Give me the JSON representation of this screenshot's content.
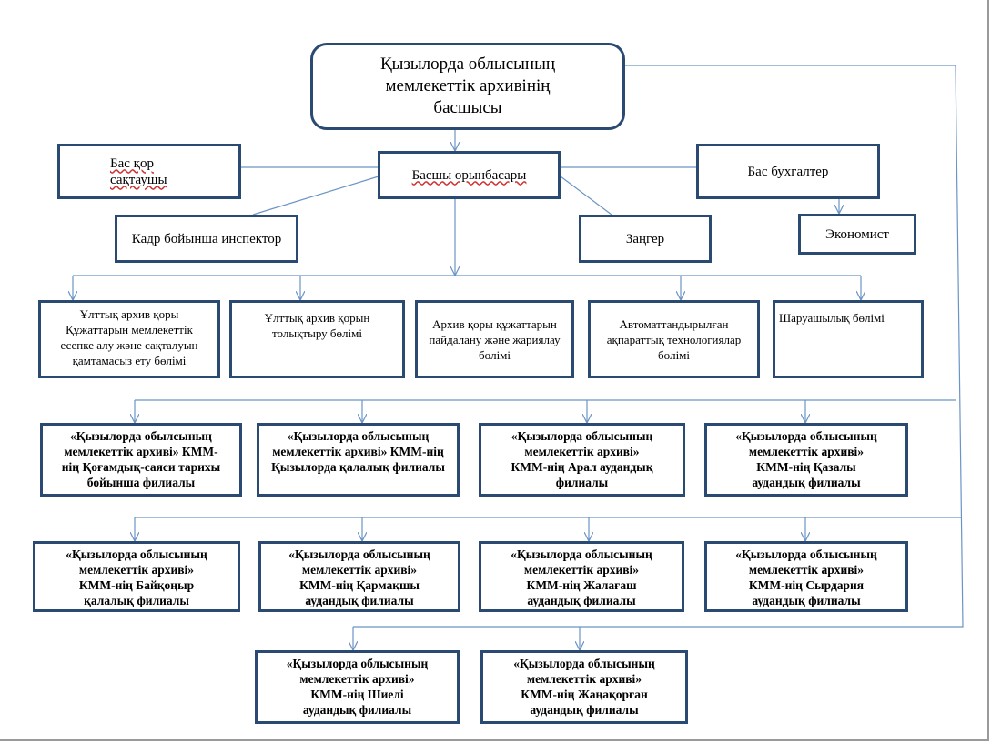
{
  "chart_title": "",
  "colors": {
    "box_border": "#2b4a72",
    "connector": "#6b94c5"
  },
  "head": {
    "lines": [
      "Қызылорда облысының",
      "мемлекеттік архивінің",
      "басшысы"
    ]
  },
  "deputy": {
    "lines": [
      "Басшы орынбасары"
    ]
  },
  "chief_keeper": {
    "lines": [
      "Бас қор",
      "сақтаушы"
    ]
  },
  "chief_accountant": {
    "lines": [
      "Бас бухгалтер"
    ]
  },
  "hr_inspector": {
    "lines": [
      "Кадр бойынша инспектор"
    ]
  },
  "lawyer": {
    "lines": [
      "Заңгер"
    ]
  },
  "economist": {
    "lines": [
      "Экономист"
    ]
  },
  "departments": [
    {
      "lines": [
        "Ұлттық архив қоры",
        "Құжаттарын  мемлекеттік",
        "есепке алу және  сақталуын",
        "қамтамасыз ету бөлімі"
      ]
    },
    {
      "lines": [
        "Ұлттық архив қорын",
        "толықтыру бөлімі"
      ]
    },
    {
      "lines": [
        "Архив қоры құжаттарын",
        "пайдалану және жариялау",
        "бөлімі"
      ]
    },
    {
      "lines": [
        "Автоматтандырылған",
        "ақпараттық технологиялар",
        "бөлімі"
      ]
    },
    {
      "lines": [
        "Шаруашылық бөлімі"
      ]
    }
  ],
  "branches_row1": [
    {
      "lines": [
        "«Қызылорда обылсының",
        "мемлекеттік архиві» КММ-",
        "нің Қоғамдық-саяси тарихы",
        "бойынша филиалы"
      ]
    },
    {
      "lines": [
        "«Қызылорда облысының",
        "мемлекеттік архиві» КММ-нің",
        "Қызылорда қалалық филиалы"
      ]
    },
    {
      "lines": [
        "«Қызылорда облысының",
        "мемлекеттік  архиві»",
        "КММ-нің Арал  аудандық",
        "филиалы"
      ]
    },
    {
      "lines": [
        "«Қызылорда  облысының",
        "мемлекеттік архиві»",
        "КММ-нің Қазалы",
        "аудандық  филиалы"
      ]
    }
  ],
  "branches_row2": [
    {
      "lines": [
        "«Қызылорда  облысының",
        "мемлекеттік архиві»",
        "КММ-нің Байқоңыр",
        "қалалық филиалы"
      ]
    },
    {
      "lines": [
        "«Қызылорда облысының",
        "мемлекеттік архиві»",
        "КММ-нің Қармақшы",
        "аудандық филиалы"
      ]
    },
    {
      "lines": [
        "«Қызылорда облысының",
        "мемлекеттік архиві»",
        "КММ-нің Жалағаш",
        "аудандық филиалы"
      ]
    },
    {
      "lines": [
        "«Қызылорда облысының",
        "мемлекеттік архиві»",
        "КММ-нің Сырдария",
        "аудандық филиалы"
      ]
    }
  ],
  "branches_row3": [
    {
      "lines": [
        "«Қызылорда облысының",
        "мемлекеттік архиві»",
        "КММ-нің Шиелі",
        "аудандық филиалы"
      ]
    },
    {
      "lines": [
        "«Қызылорда облысының",
        "мемлекеттік архиві»",
        "КММ-нің Жаңақорған",
        "аудандық филиалы"
      ]
    }
  ]
}
